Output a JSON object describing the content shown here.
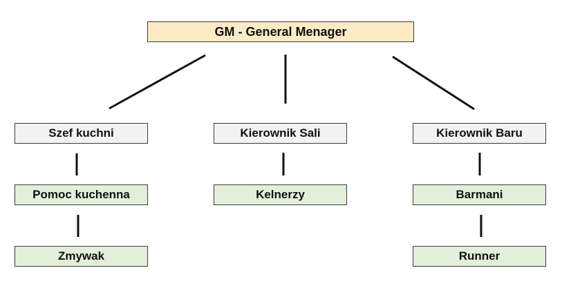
{
  "colors": {
    "gm_fill": "#fdebc6",
    "manager_fill": "#f2f2f2",
    "staff_fill": "#e2efda",
    "line": "#111111"
  },
  "root": {
    "label": "GM - General Menager"
  },
  "departments": [
    {
      "manager": "Szef kuchni",
      "staff": [
        "Pomoc kuchenna",
        "Zmywak"
      ]
    },
    {
      "manager": "Kierownik Sali",
      "staff": [
        "Kelnerzy"
      ]
    },
    {
      "manager": "Kierownik Baru",
      "staff": [
        "Barmani",
        "Runner"
      ]
    }
  ]
}
